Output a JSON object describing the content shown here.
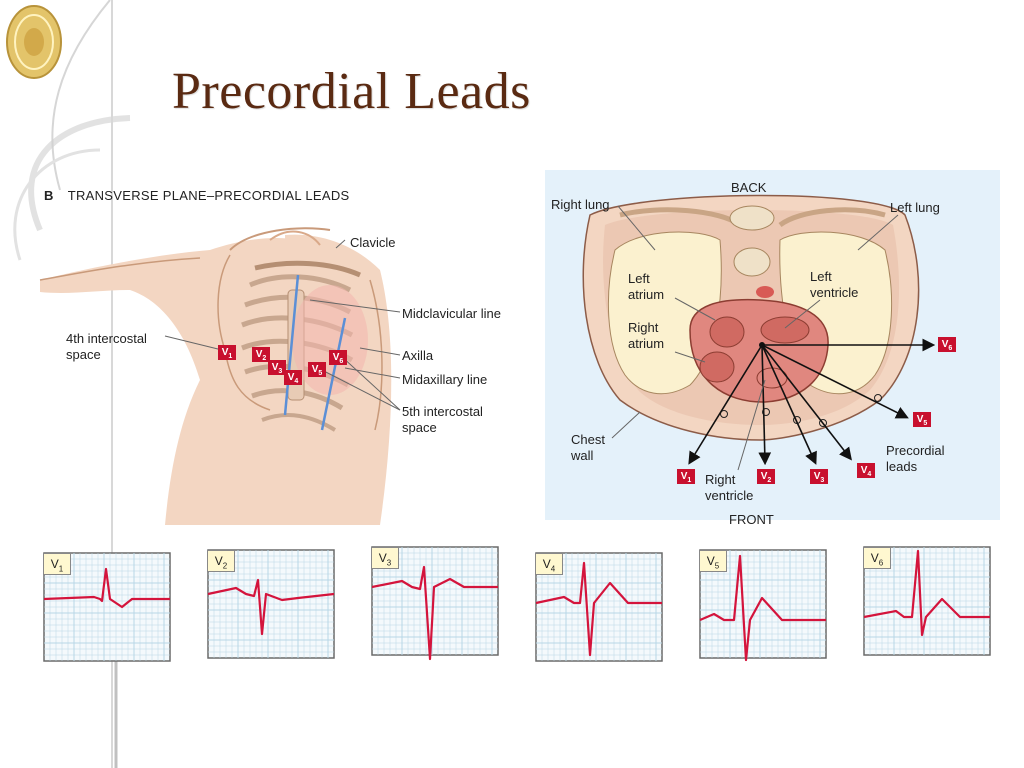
{
  "title": "Precordial Leads",
  "panel": {
    "letter": "B",
    "heading": "TRANSVERSE PLANE–PRECORDIAL LEADS"
  },
  "body_labels": {
    "clavicle": "Clavicle",
    "midclavicular": "Midclavicular line",
    "intercostal4_line1": "4th intercostal",
    "intercostal4_line2": "space",
    "axilla": "Axilla",
    "midaxillary": "Midaxillary line",
    "intercostal5_line1": "5th intercostal",
    "intercostal5_line2": "space"
  },
  "cross_section_labels": {
    "back": "BACK",
    "front": "FRONT",
    "right_lung": "Right lung",
    "left_lung": "Left lung",
    "left_atrium_line1": "Left",
    "left_atrium_line2": "atrium",
    "left_ventricle_line1": "Left",
    "left_ventricle_line2": "ventricle",
    "right_atrium_line1": "Right",
    "right_atrium_line2": "atrium",
    "chest_wall_line1": "Chest",
    "chest_wall_line2": "wall",
    "right_ventricle_line1": "Right",
    "right_ventricle_line2": "ventricle",
    "precordial_line1": "Precordial",
    "precordial_line2": "leads"
  },
  "leads": [
    {
      "letter": "V",
      "num": "1"
    },
    {
      "letter": "V",
      "num": "2"
    },
    {
      "letter": "V",
      "num": "3"
    },
    {
      "letter": "V",
      "num": "4"
    },
    {
      "letter": "V",
      "num": "5"
    },
    {
      "letter": "V",
      "num": "6"
    }
  ],
  "colors": {
    "title": "#5a2a12",
    "badge": "#c8102e",
    "ecg_trace": "#d4143c",
    "ecg_grid": "#b8d6e6",
    "heart": "#e0877f",
    "lung": "#fbf1cf",
    "skin": "#f3d6c2"
  },
  "icons": [
    "medallion-logo-icon"
  ]
}
